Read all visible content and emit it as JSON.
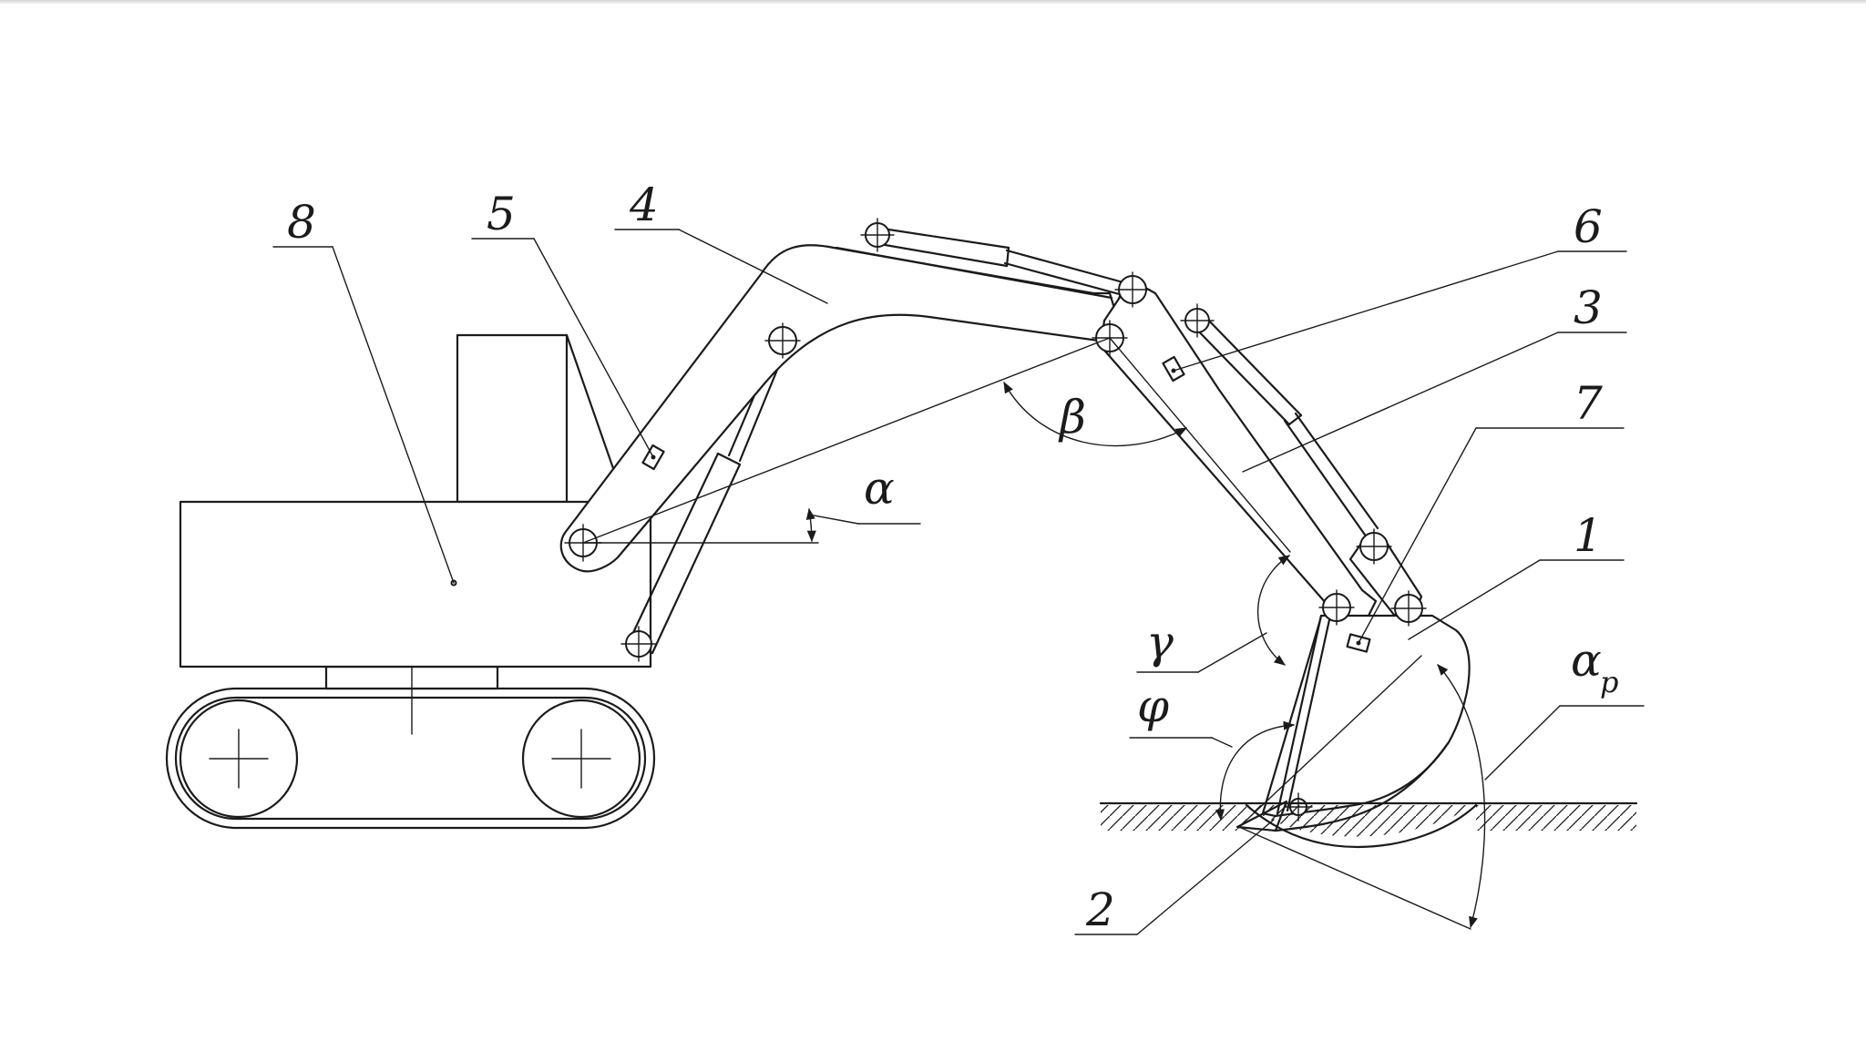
{
  "labels": {
    "n1": "1",
    "n2": "2",
    "n3": "3",
    "n4": "4",
    "n5": "5",
    "n6": "6",
    "n7": "7",
    "n8": "8"
  },
  "angles": {
    "alpha": "α",
    "beta": "β",
    "gamma": "γ",
    "phi": "φ",
    "alpha_p_main": "α",
    "alpha_p_sub": "p"
  },
  "colors": {
    "line": "#1b1b1b",
    "background": "#ffffff"
  }
}
